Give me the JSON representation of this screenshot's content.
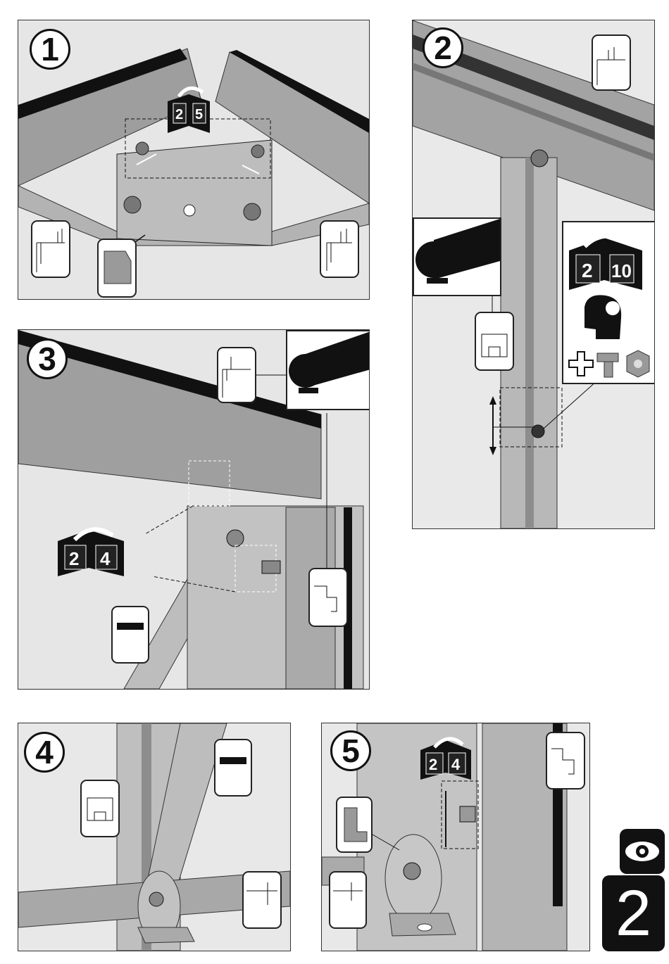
{
  "steps": [
    {
      "number": "1",
      "book": {
        "left": "2",
        "right": "5"
      }
    },
    {
      "number": "2",
      "book": {
        "left": "2",
        "right": "10"
      }
    },
    {
      "number": "3",
      "book": {
        "left": "2",
        "right": "4"
      }
    },
    {
      "number": "4"
    },
    {
      "number": "5",
      "book": {
        "left": "2",
        "right": "4"
      }
    }
  ],
  "page_number": "2",
  "icons": [
    "eye-icon",
    "book-icon",
    "gears-head-icon",
    "plus-icon",
    "bolt-icon",
    "nut-icon",
    "rubber-seal-icon",
    "profile-icon",
    "bracket-icon"
  ],
  "colors": {
    "metal": "#a9a9a9",
    "metal_dark": "#7a7a7a",
    "ink": "#111111",
    "paper": "#ffffff"
  }
}
